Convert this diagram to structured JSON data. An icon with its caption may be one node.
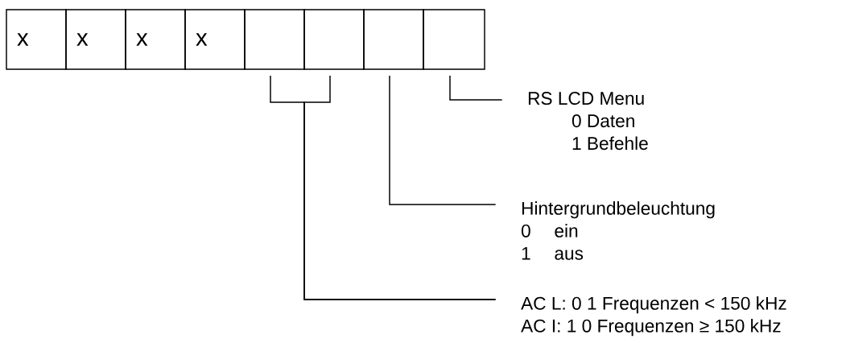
{
  "diagram": {
    "nodes": [
      {
        "text": [
          "x"
        ]
      },
      {
        "text": [
          "x"
        ]
      },
      {
        "text": [
          "x"
        ]
      },
      {
        "text": [
          "x"
        ]
      },
      {
        "text": [],
        "shape": "box"
      },
      {
        "text": [],
        "shape": "box"
      },
      {
        "text": [],
        "shape": "box"
      },
      {
        "text": [],
        "shape": "box"
      },
      {
        "text": [
          "RS LCD Menu",
          "0 Daten",
          "1 Befehle"
        ]
      },
      {
        "text": [
          "Hintergrundbeleuchtung",
          "0",
          "ein",
          "1",
          "aus"
        ]
      },
      {
        "text": [
          "AC L: 0 1 Frequenzen < 150 kHz",
          "AC I: 1 0 Frequenzen ≥ 150 kHz"
        ]
      }
    ],
    "edges": [
      {
        "from": 7,
        "to": 8,
        "arrow": "none"
      },
      {
        "from": 6,
        "to": 9,
        "arrow": "none"
      },
      {
        "from": 4,
        "to": 10,
        "arrow": "none"
      },
      {
        "from": 5,
        "to": 10,
        "arrow": "none"
      }
    ]
  }
}
